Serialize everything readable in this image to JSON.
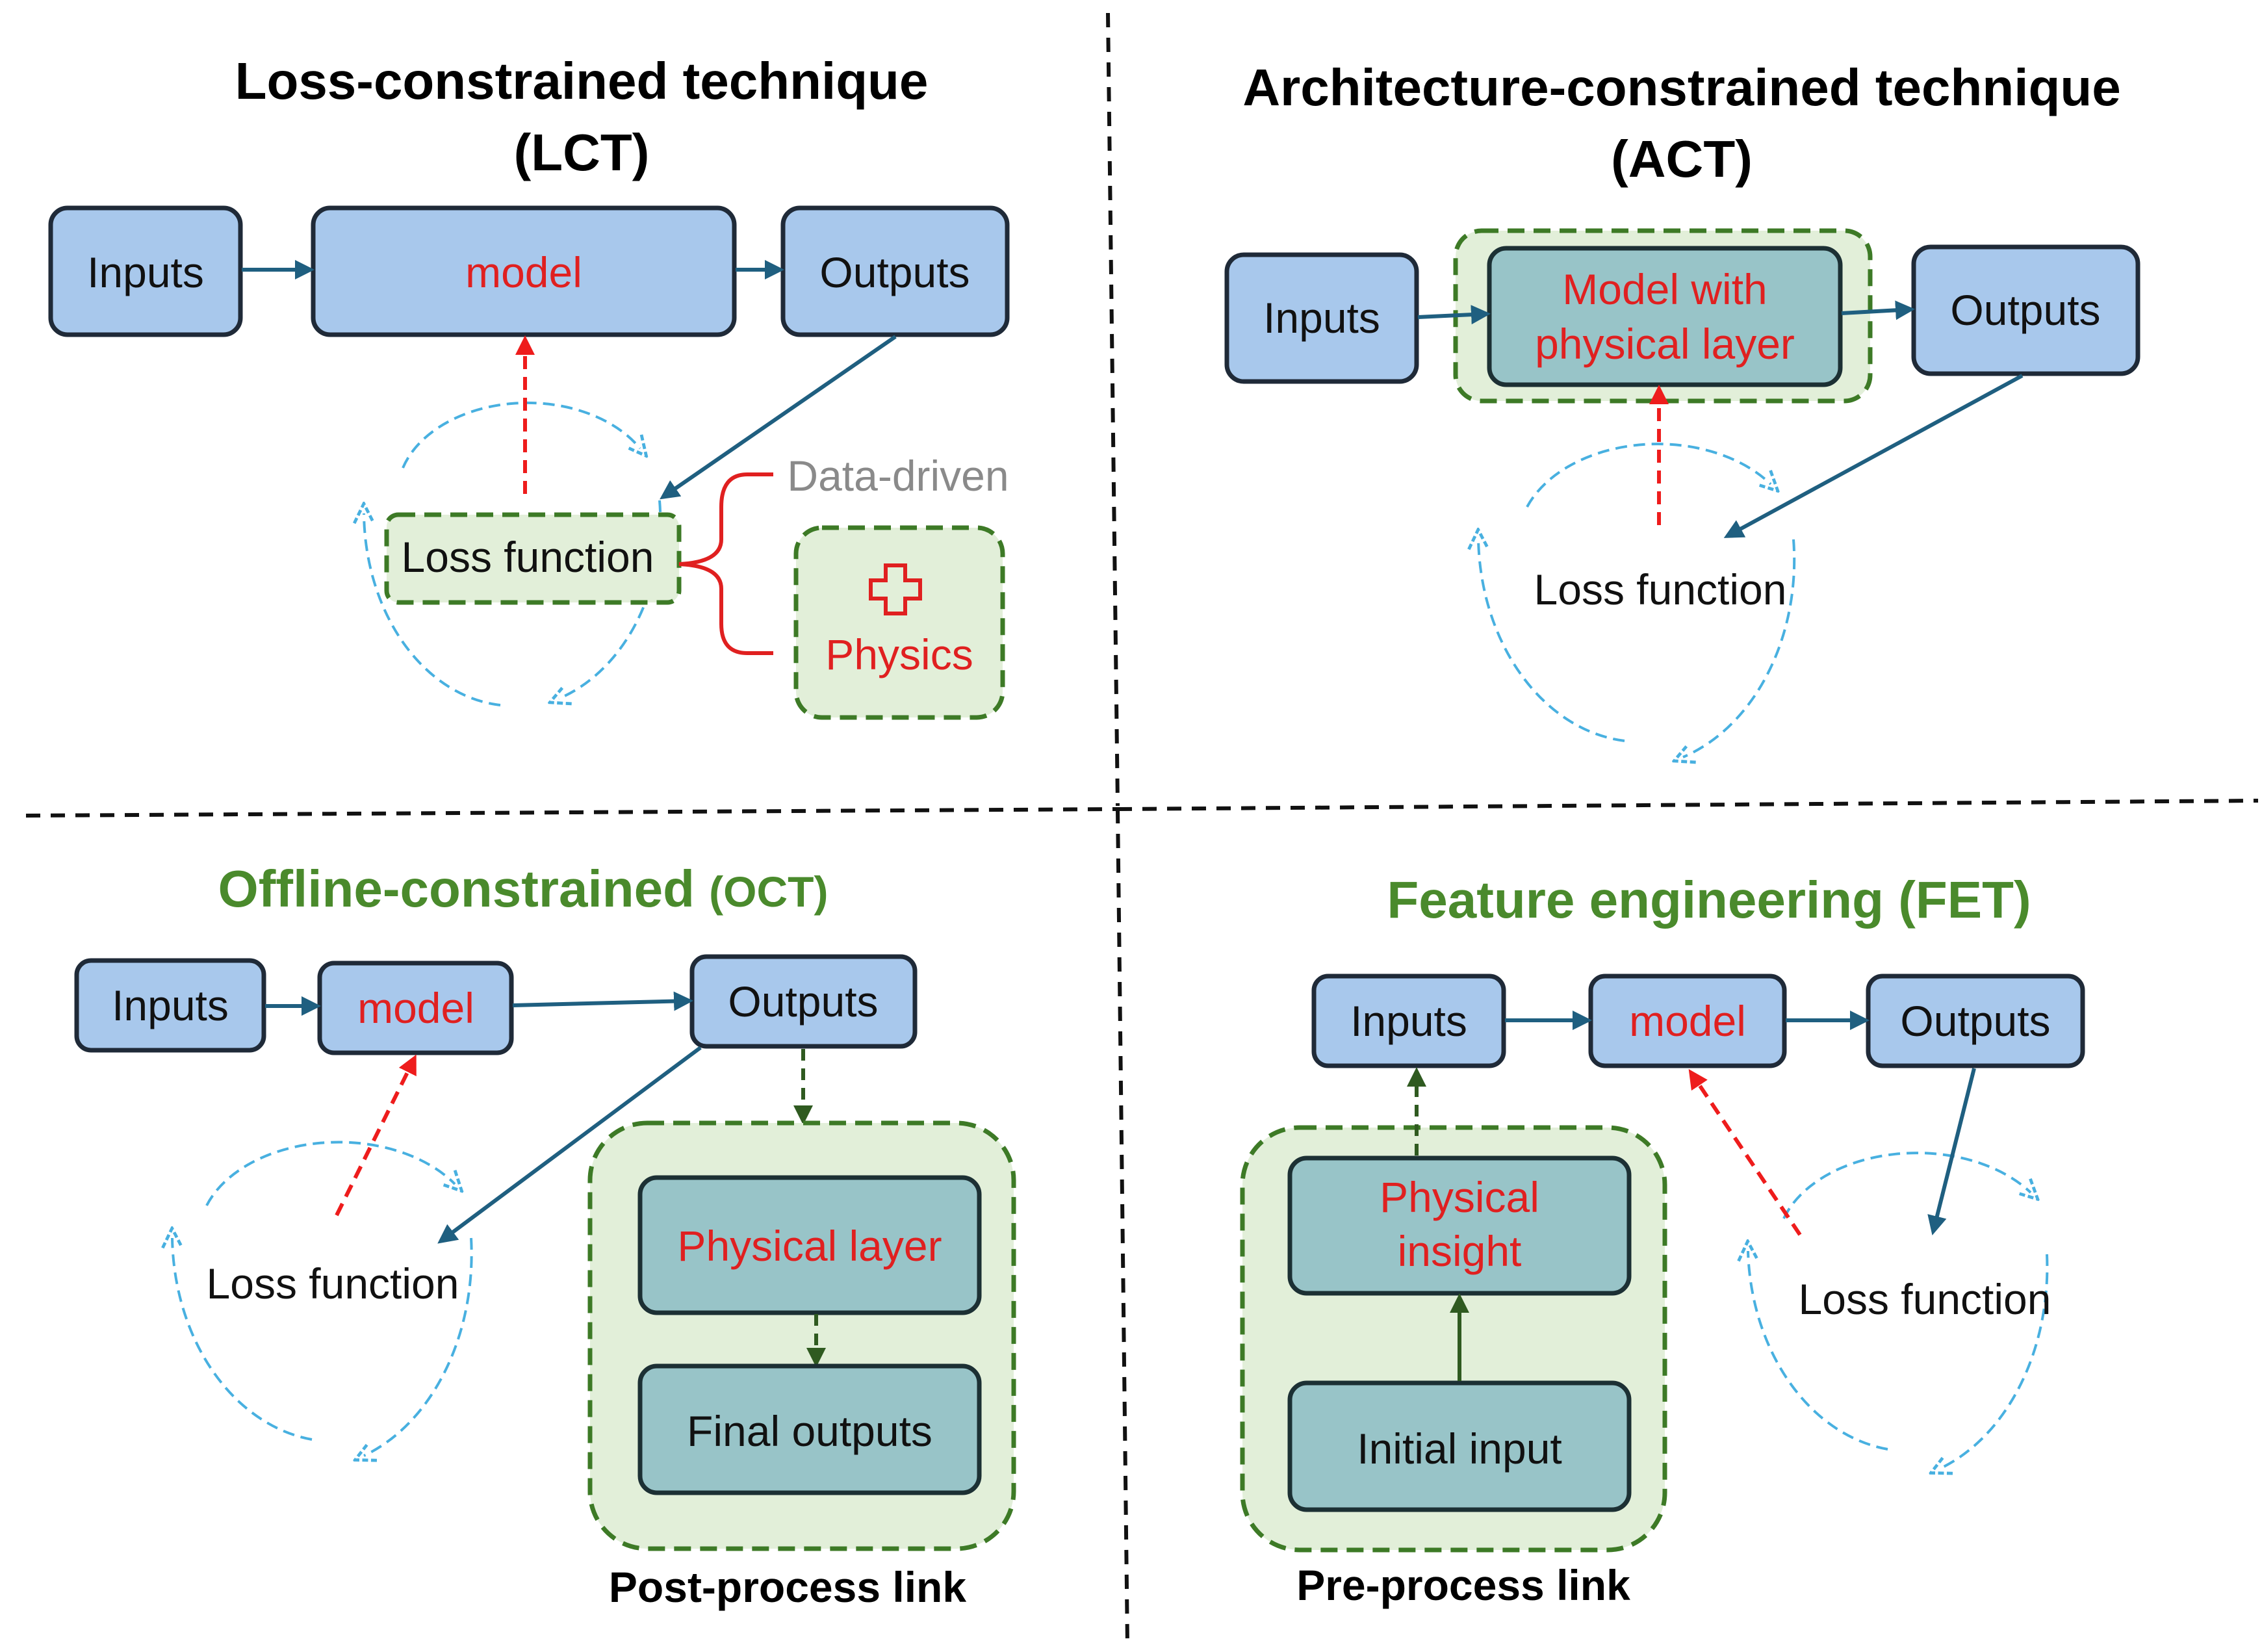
{
  "lct": {
    "title_line1": "Loss-constrained technique",
    "title_line2": "(LCT)",
    "inputs": "Inputs",
    "model": "model",
    "outputs": "Outputs",
    "loss": "Loss function",
    "data_driven": "Data-driven",
    "physics": "Physics"
  },
  "act": {
    "title_line1": "Architecture-constrained technique",
    "title_line2": "(ACT)",
    "inputs": "Inputs",
    "model_line1": "Model with",
    "model_line2": "physical layer",
    "outputs": "Outputs",
    "loss": "Loss function"
  },
  "oct": {
    "title_main": "Offline-constrained ",
    "title_abbr": "(OCT)",
    "inputs": "Inputs",
    "model": "model",
    "outputs": "Outputs",
    "loss": "Loss function",
    "physical_layer": "Physical layer",
    "final_outputs": "Final outputs",
    "caption": "Post-process link"
  },
  "fet": {
    "title": "Feature engineering (FET)",
    "inputs": "Inputs",
    "model": "model",
    "outputs": "Outputs",
    "loss": "Loss function",
    "insight_line1": "Physical",
    "insight_line2": "insight",
    "initial_input": "Initial input",
    "caption": "Pre-process link"
  },
  "colors": {
    "box_blue": "#a8c8ec",
    "box_teal": "#98c4c8",
    "group_green": "#e2efd9",
    "accent_red": "#e02020",
    "title_green": "#4a8a2c",
    "arrow_blue": "#1f5f80",
    "cycle_blue": "#48b0e0"
  }
}
